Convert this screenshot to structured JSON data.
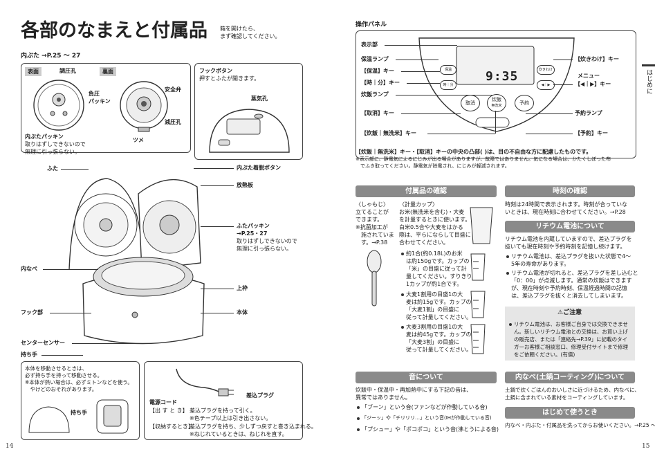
{
  "left": {
    "title": "各部のなまえと付属品",
    "title_note": "箱を開けたら、\nまず確認してください。",
    "inner_lid_heading": "内ぶた →P.25 ～ 27",
    "front_tag": "表面",
    "back_tag": "裏面",
    "label_pressure_hole": "調圧孔",
    "label_negative_packing": "負圧\nパッキン",
    "label_safety_valve": "安全弁",
    "label_decompress_hole": "減圧孔",
    "label_tab": "ツメ",
    "inner_lid_packing": "内ぶたパッキン",
    "inner_lid_packing_note": "取りはずしできないので\n無理に引っ張らない。",
    "hook_button_title": "フックボタン",
    "hook_button_note": "押すとふたが開きます。",
    "steam_vent": "蒸気孔",
    "lid": "ふた",
    "inner_lid_button": "内ぶた着脱ボタン",
    "heat_plate": "放熱板",
    "lid_packing": "ふたパッキン",
    "lid_packing_ref": "→P.25・27",
    "lid_packing_note": "取りはずしできないので\n無理に引っ張らない。",
    "inner_pot": "内なべ",
    "top_frame": "上枠",
    "body": "本体",
    "hook_part": "フック部",
    "center_sensor": "センターセンサー",
    "handle": "持ち手",
    "move_note": "本体を移動させるときは、\n必ず持ち手を持って移動させる。\n※本体が熱い場合は、必ずミトンなどを使う。\n　やけどのおそれがあります。",
    "handle_label": "持ち手",
    "plug_label": "差込プラグ",
    "cord_title": "電源コード",
    "cord_row1_key": "【出 す と き】",
    "cord_row1_val": "差込プラグを持って引く。",
    "cord_row1_note": "※色テープ以上は引き出さない。",
    "cord_row2_key": "【収納するとき】",
    "cord_row2_val": "差込プラグを持ち、少しずつ戻すと巻き込まれる。",
    "cord_row2_note": "※ねじれているときは、ねじれを直す。",
    "page_number": "14"
  },
  "right": {
    "panel_title": "操作パネル",
    "display_label": "表示部",
    "keep_lamp": "保温ランプ",
    "keep_key": "【保温】キー",
    "time_key": "【時｜分】キー",
    "cook_lamp": "炊飯ランプ",
    "cancel_key": "【取消】キー",
    "cook_key": "【炊飯｜無洗米】キー",
    "menu_sel_key": "【炊きわけ】キー",
    "menu_label": "メニュー",
    "menu_key": "【◀｜▶】キー",
    "reserve_lamp": "予約ランプ",
    "reserve_key": "【予約】キー",
    "btn_keep": "保温",
    "btn_time": "時｜分",
    "btn_cancel": "取消",
    "btn_cook": "炊飯",
    "btn_cook_sub": "無洗米",
    "btn_reserve": "予約",
    "btn_menu_sel": "炊きわけ",
    "btn_arrows": "◀｜▶",
    "display_time": "9:35",
    "panel_note_main": "【炊飯｜無洗米】キー・【取消】キーの中央の凸部(   )は、目の不自由な方に配慮したものです。",
    "panel_note_sub": "※表示部に、静電気によるにじみが出る場合がありますが、故障ではありません。気になる場合は、かたくしぼった布\n　でふき取ってください。静電気が除電され、にじみが軽減されます。",
    "accessories_header": "付属品の確認",
    "paddle_title": "〈しゃもじ〉",
    "paddle_text": "立てることが\nできます。\n※抗菌加工が\n　施されていま\n　す。→P.38",
    "cup_title": "〈計量カップ〉",
    "cup_text": "お米(無洗米を含む)・大麦\nを計量するときに使います。\n白米0.5合や大麦をはかる\n際は、平らにならして目盛に\n合わせてください。",
    "cup_bullet1": "約1合(約0.18L)のお米\nは約150gです。カップの\n「米」の目盛に従って計\n量してください。すりきり\n1カップが約1合です。",
    "cup_bullet2": "大麦1割用の目盛1の大\n麦は約15gです。カップの\n「大麦1割」の目盛に\n従って計量してください。",
    "cup_bullet3": "大麦3割用の目盛1の大\n麦は約45gです。カップの\n「大麦3割」の目盛に\n従って計量してください。",
    "clock_header": "時刻の確認",
    "clock_text": "時刻は24時間で表示されます。時刻が合っていな\nいときは、現在時刻に合わせてください。→P.28",
    "battery_header": "リチウム電池について",
    "battery_text": "リチウム電池を内蔵していますので、差込プラグを\n抜いても現在時刻や予約時刻を記憶し続けます。",
    "battery_bullet1": "リチウム電池は、差込プラグを抜いた状態で4～\n5年の寿命があります。",
    "battery_bullet2": "リチウム電池が切れると、差込プラグを差し込むと\n「0：00」が点滅します。通常の炊飯はできます\nが、現在時刻や予約時刻、保温経過時間の記憶\nは、差込プラグを抜くと消去してしまいます。",
    "caution_title": "ご注意",
    "caution_text": "リチウム電池は、お客様ご自身では交換できませ\nん。新しいリチウム電池との交換は、お買い上げ\nの販売店、または「連絡先→P.39」に記載のタイ\nガーお客様ご相談窓口、修理受付サイトまで修理\nをご依頼ください。(有償)",
    "sound_header": "音について",
    "sound_text": "炊飯中・保温中・再加熱中にする下記の音は、\n異常ではありません。",
    "sound_bullet1": "「ブーン」という音(ファンなどが作動している音)",
    "sound_bullet2": "「ジーッ」や「チリリリ…」という音(IHが作動している音)",
    "sound_bullet3": "「プシュー」や「ポコポコ」という音(沸とうによる音)",
    "coating_header": "内なべ(土鍋コーティング)について",
    "coating_text": "土鍋で炊くごはんのおいしさに近づけるため、内なべに、\n土鍋に含まれている素材をコーティングしています。",
    "first_use_header": "はじめて使うとき",
    "first_use_text": "内なべ・内ぶた・付属品を洗ってからお使いください。→P.25 ～ 27",
    "side_tab": "はじめに",
    "page_number": "15"
  }
}
